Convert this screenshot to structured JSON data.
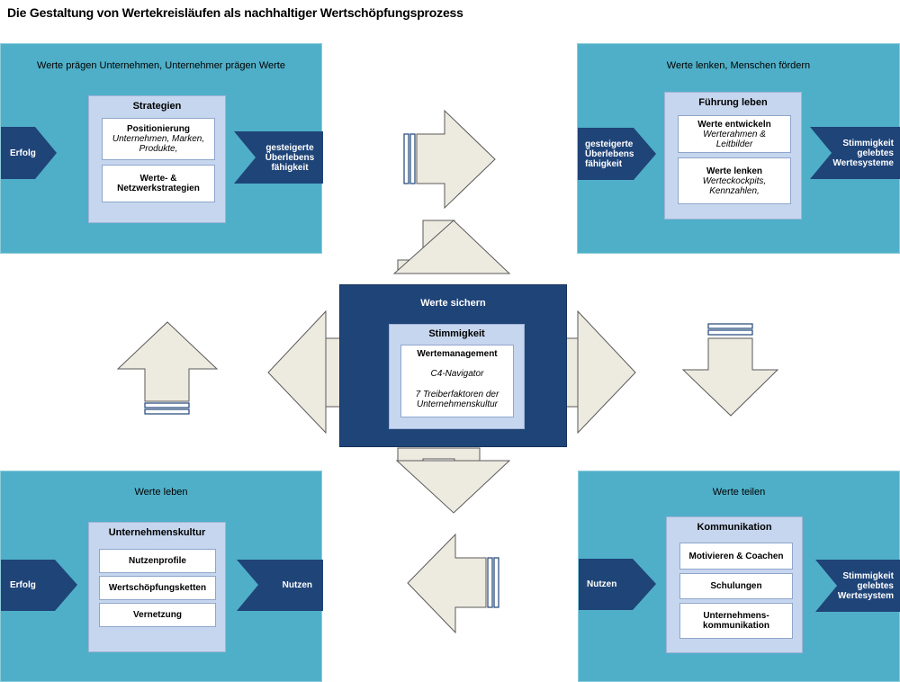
{
  "title": "Die Gestaltung von Wertekreisläufen als nachhaltiger Wertschöpfungsprozess",
  "top_left": {
    "heading": "Werte prägen Unternehmen, Unternehmer prägen Werte",
    "box_title": "Strategien",
    "card1_title": "Positionierung",
    "card1_sub": "Unternehmen,  Marken, Produkte,",
    "card2_title": "Werte- & Netzwerkstrategien",
    "left_tag": "Erfolg",
    "right_tag": "gesteigerte Überlebens fähigkeit"
  },
  "top_right": {
    "heading": "Werte lenken,  Menschen fördern",
    "box_title": "Führung leben",
    "card1_title": "Werte entwickeln",
    "card1_sub": "Werterahmen  & Leitbilder",
    "card2_title": "Werte lenken",
    "card2_sub": "Werteckockpits, Kennzahlen,",
    "left_tag": "gesteigerte Überlebens fähigkeit",
    "right_tag": "Stimmigkeit gelebtes Wertesysteme"
  },
  "bottom_left": {
    "heading": "Werte leben",
    "box_title": "Unternehmenskultur",
    "cards": [
      "Nutzenprofile",
      "Wertschöpfungsketten",
      "Vernetzung"
    ],
    "left_tag": "Erfolg",
    "right_tag": "Nutzen"
  },
  "bottom_right": {
    "heading": "Werte teilen",
    "box_title": "Kommunikation",
    "cards": [
      "Motivieren & Coachen",
      "Schulungen",
      "Unternehmens- kommunikation"
    ],
    "left_tag": "Nutzen",
    "right_tag": "Stimmigkeit gelebtes Wertesystem"
  },
  "center": {
    "heading": "Werte sichern",
    "box_title": "Stimmigkeit",
    "card_title": "Wertemanagement",
    "line1": "C4-Navigator",
    "line2": "7 Treiberfaktoren der Unternehmenskultur"
  },
  "colors": {
    "quad_bg": "#4fafc8",
    "inner_bg": "#c6d6ee",
    "tag_bg": "#1f4478",
    "center_bg": "#1f4478",
    "arrow_fill": "#edeae0"
  }
}
